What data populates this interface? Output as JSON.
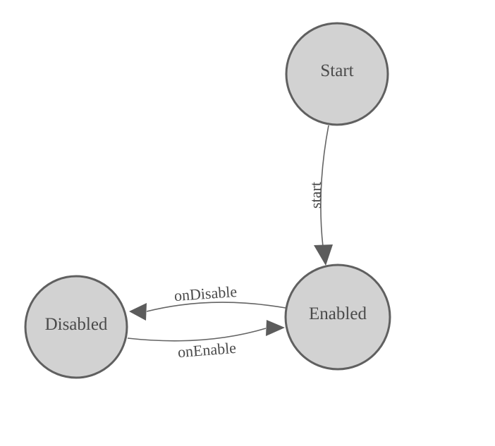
{
  "diagram": {
    "kind": "state-machine-diagram",
    "colors": {
      "background": "#ffffff",
      "node_fill": "#d2d2d2",
      "node_stroke": "#606060",
      "edge_line": "#646464",
      "arrow_fill": "#5c5c5c",
      "label_text": "#4a4a4a"
    },
    "nodes": [
      {
        "id": "start",
        "label": "Start"
      },
      {
        "id": "enabled",
        "label": "Enabled"
      },
      {
        "id": "disabled",
        "label": "Disabled"
      }
    ],
    "edges": [
      {
        "id": "start-transition",
        "label": "start",
        "from": "Start",
        "to": "Enabled"
      },
      {
        "id": "on-disable-transition",
        "label": "onDisable",
        "from": "Enabled",
        "to": "Disabled"
      },
      {
        "id": "on-enable-transition",
        "label": "onEnable",
        "from": "Disabled",
        "to": "Enabled"
      }
    ]
  }
}
